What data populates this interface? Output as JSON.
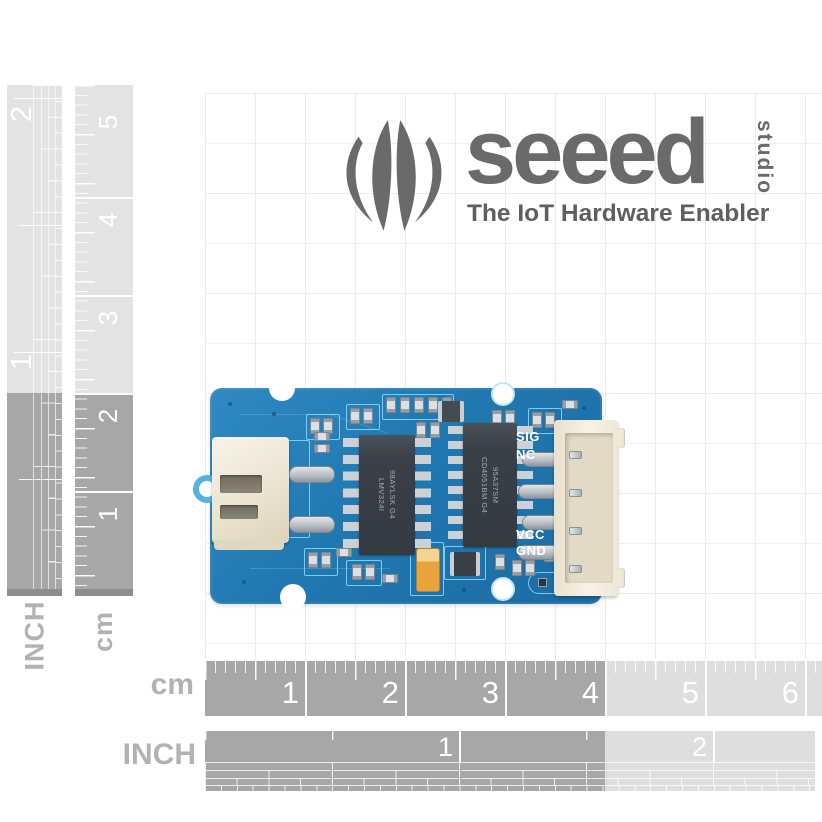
{
  "logo": {
    "brand": "seeed",
    "suffix": "studio",
    "tagline": "The IoT Hardware Enabler"
  },
  "board": {
    "pin_labels": [
      "SIG",
      "NC",
      "VCC",
      "GND"
    ],
    "ic_left": {
      "line1": "98AYLSK G4",
      "line2": "LMV324I"
    },
    "ic_right": {
      "line1": "95A37SM",
      "line2": "CD4051BM G4"
    }
  },
  "rulers": {
    "vertical_inch": {
      "unit": "INCH",
      "marks": [
        "2",
        "1"
      ]
    },
    "vertical_cm": {
      "unit": "cm",
      "marks": [
        "5",
        "4",
        "3",
        "2",
        "1"
      ]
    },
    "horizontal_cm": {
      "unit": "cm",
      "marks": [
        "1",
        "2",
        "3",
        "4",
        "5",
        "6"
      ]
    },
    "horizontal_inch": {
      "unit": "INCH",
      "marks": [
        "1",
        "2"
      ]
    }
  },
  "colors": {
    "board_blue": "#2380ba",
    "silk_blue": "#7fd3f5",
    "ruler_dark": "#a8a7a7",
    "ruler_light": "#e4e3e3",
    "logo_gray": "#6b6a69"
  }
}
